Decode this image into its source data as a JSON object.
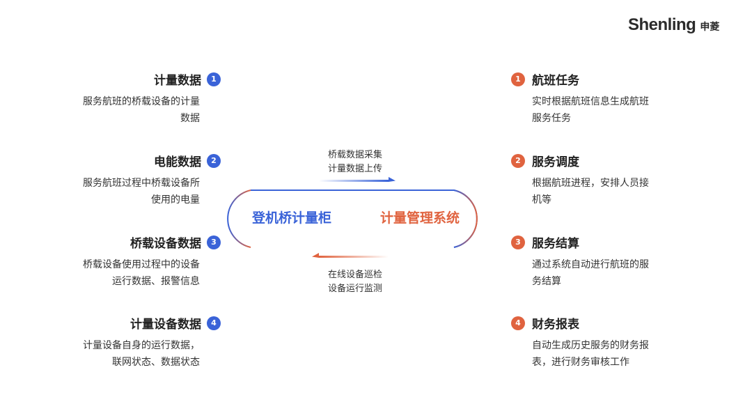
{
  "logo": {
    "brand_en": "Shenling",
    "brand_cn": "申菱"
  },
  "colors": {
    "blue": "#3a63d8",
    "orange": "#e0633f"
  },
  "left_items": [
    {
      "number": "1",
      "title": "计量数据",
      "desc_lines": [
        "服务航班的桥载设备的计量",
        "数据"
      ]
    },
    {
      "number": "2",
      "title": "电能数据",
      "desc_lines": [
        "服务航班过程中桥载设备所",
        "使用的电量"
      ]
    },
    {
      "number": "3",
      "title": "桥载设备数据",
      "desc_lines": [
        "桥载设备使用过程中的设备",
        "运行数据、报警信息"
      ]
    },
    {
      "number": "4",
      "title": "计量设备数据",
      "desc_lines": [
        "计量设备自身的运行数据，",
        "联网状态、数据状态"
      ]
    }
  ],
  "right_items": [
    {
      "number": "1",
      "title": "航班任务",
      "desc_lines": [
        "实时根据航班信息生成航班",
        "服务任务"
      ]
    },
    {
      "number": "2",
      "title": "服务调度",
      "desc_lines": [
        "根据航班进程，安排人员接",
        "机等"
      ]
    },
    {
      "number": "3",
      "title": "服务结算",
      "desc_lines": [
        "通过系统自动进行航班的服",
        "务结算"
      ]
    },
    {
      "number": "4",
      "title": "财务报表",
      "desc_lines": [
        "自动生成历史服务的财务报",
        "表，进行财务审核工作"
      ]
    }
  ],
  "center": {
    "left_label": "登机桥计量柜",
    "right_label": "计量管理系统",
    "top_flow": [
      "桥载数据采集",
      "计量数据上传"
    ],
    "bottom_flow": [
      "在线设备巡检",
      "设备运行监测"
    ]
  }
}
